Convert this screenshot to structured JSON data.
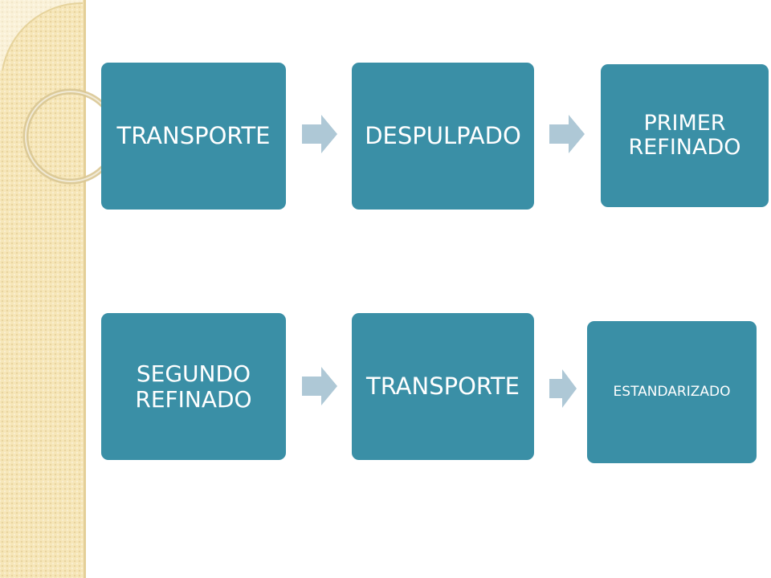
{
  "diagram": {
    "row1": [
      {
        "label": "TRANSPORTE"
      },
      {
        "label": "DESPULPADO"
      },
      {
        "label": "PRIMER\nREFINADO"
      }
    ],
    "row2": [
      {
        "label": "SEGUNDO\nREFINADO"
      },
      {
        "label": "TRANSPORTE"
      },
      {
        "label": "ESTANDARIZADO"
      }
    ]
  },
  "colors": {
    "box": "#3a8fa6",
    "arrow": "#aec8d6",
    "side_band": "#f6e6b8"
  }
}
